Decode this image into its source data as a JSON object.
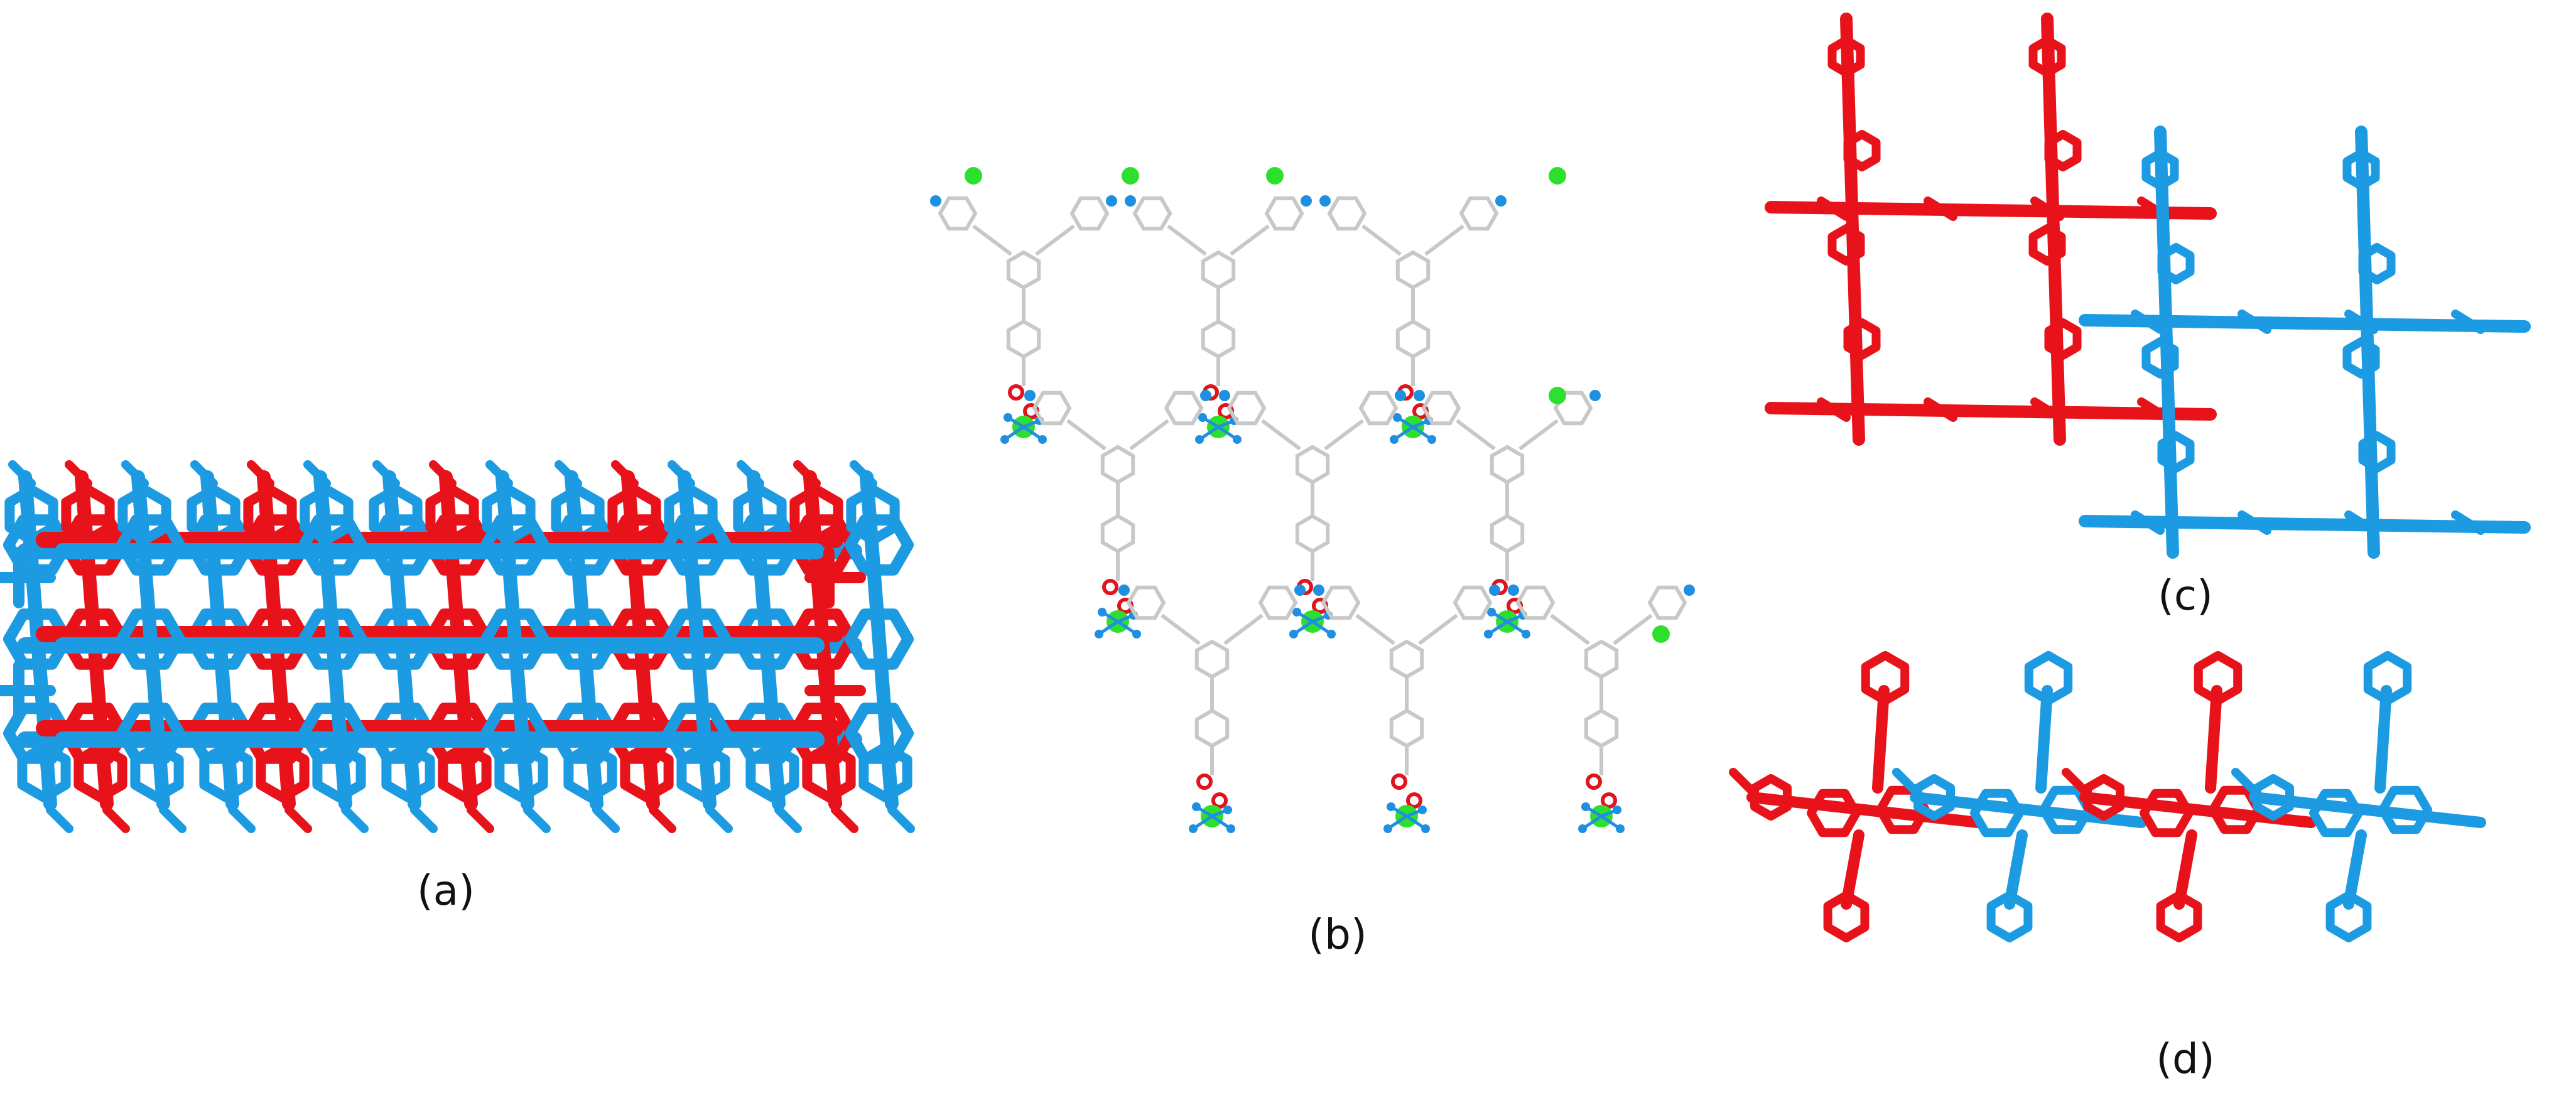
{
  "figure": {
    "colors": {
      "framework_a": "#e8131a",
      "framework_b": "#1c9be3",
      "carbon": "#c8c8c8",
      "nitrogen": "#1f8fe0",
      "oxygen": "#e0141c",
      "metal": "#2ee02e",
      "background": "#ffffff"
    },
    "panels": [
      {
        "id": "a",
        "caption": "(a)",
        "content": "interpenetrated-framework-side-view"
      },
      {
        "id": "b",
        "caption": "(b)",
        "content": "honeycomb-layer-ball-and-stick"
      },
      {
        "id": "c",
        "caption": "(c)",
        "content": "interpenetrated-grid-view"
      },
      {
        "id": "d",
        "caption": "(d)",
        "content": "stacked-chain-view"
      }
    ]
  }
}
